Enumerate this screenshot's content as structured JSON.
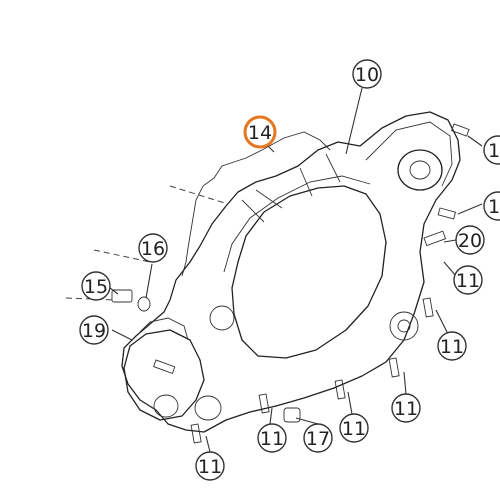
{
  "diagram": {
    "highlight_color": "#e8761e",
    "callouts": [
      {
        "label": "10"
      },
      {
        "label": "14",
        "highlighted": true
      },
      {
        "label": "1"
      },
      {
        "label": "1"
      },
      {
        "label": "20"
      },
      {
        "label": "16"
      },
      {
        "label": "11"
      },
      {
        "label": "15"
      },
      {
        "label": "19"
      },
      {
        "label": "11"
      },
      {
        "label": "11"
      },
      {
        "label": "11"
      },
      {
        "label": "17"
      },
      {
        "label": "11"
      },
      {
        "label": "11"
      }
    ]
  }
}
